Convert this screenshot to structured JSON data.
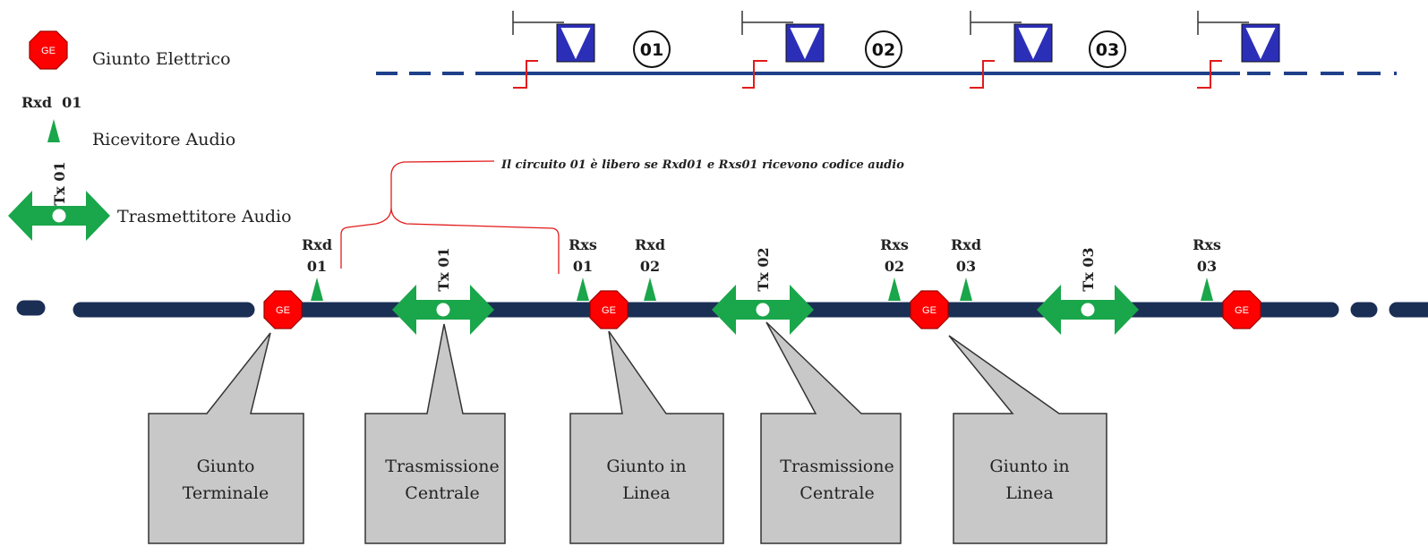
{
  "legend": {
    "ge_badge": "GE",
    "ge_label": "Giunto Elettrico",
    "rx_tag": "Rxd  01",
    "rx_label": "Ricevitore Audio",
    "tx_tag": "Tx 01",
    "tx_label": "Trasmettitore Audio"
  },
  "circuits": [
    "01",
    "02",
    "03"
  ],
  "note": "Il circuito 01 è libero se Rxd01 e Rxs01 ricevono codice audio",
  "ge_label": "GE",
  "receivers": [
    {
      "line1": "Rxd",
      "line2": "01"
    },
    {
      "line1": "Rxs",
      "line2": "01"
    },
    {
      "line1": "Rxd",
      "line2": "02"
    },
    {
      "line1": "Rxs",
      "line2": "02"
    },
    {
      "line1": "Rxd",
      "line2": "03"
    },
    {
      "line1": "Rxs",
      "line2": "03"
    }
  ],
  "transmitters": [
    "Tx 01",
    "Tx 02",
    "Tx 03"
  ],
  "callouts": [
    {
      "line1": "Giunto",
      "line2": "Terminale"
    },
    {
      "line1": "Trasmissione",
      "line2": "Centrale"
    },
    {
      "line1": "Giunto in",
      "line2": "Linea"
    },
    {
      "line1": "Trasmissione",
      "line2": "Centrale"
    },
    {
      "line1": "Giunto in",
      "line2": "Linea"
    }
  ],
  "colors": {
    "track": "#1b2f55",
    "top_track": "#1e3f8a",
    "joint": "#ff0000",
    "transmitter": "#1aa64a",
    "receiver": "#1aa64a",
    "signal": "#2b2fb8",
    "callout": "#c8c8c8"
  }
}
